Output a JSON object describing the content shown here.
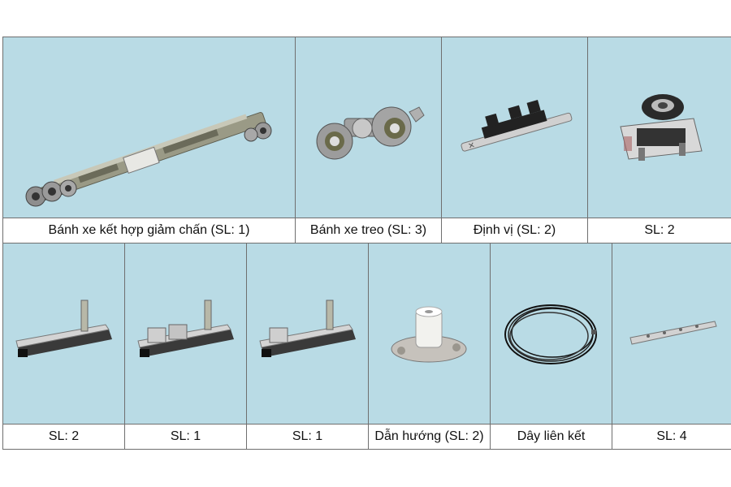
{
  "products_row1": [
    {
      "label": "Bánh xe kết hợp giảm chấn (SL: 1)",
      "icon": "damper-roller-rail-icon"
    },
    {
      "label": "Bánh xe treo (SL: 3)",
      "icon": "hanging-roller-icon"
    },
    {
      "label": "Định vị (SL: 2)",
      "icon": "positioner-bracket-icon"
    },
    {
      "label": "SL: 2",
      "icon": "guide-wheel-bracket-icon"
    }
  ],
  "products_row2": [
    {
      "label": "SL: 2",
      "icon": "bolt-slider-icon"
    },
    {
      "label": "SL: 1",
      "icon": "clamp-slider-icon"
    },
    {
      "label": "SL: 1",
      "icon": "clamp-slider-icon"
    },
    {
      "label": "Dẫn hướng (SL: 2)",
      "icon": "floor-guide-icon"
    },
    {
      "label": "Dây liên kết",
      "icon": "cable-coil-icon"
    },
    {
      "label": "SL: 4",
      "icon": "connector-plate-icon"
    }
  ],
  "colors": {
    "panel_bg": "#b9dbe5",
    "border": "#6f6f6f"
  }
}
